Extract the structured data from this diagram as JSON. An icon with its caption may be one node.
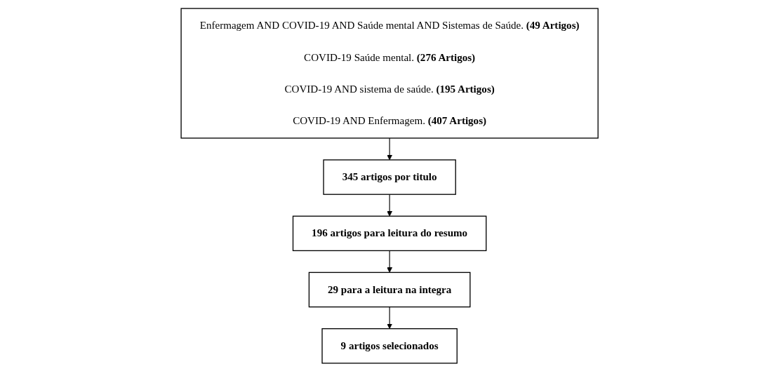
{
  "diagram": {
    "nodes": [
      {
        "text": [
          "Enfermagem AND COVID-19 AND Saúde mental AND Sistemas de Saúde. **(49 Artigos)**",
          "COVID-19 Saúde mental. **(276 Artigos)**",
          "COVID-19 AND sistema de saúde. **(195 Artigos)**",
          "COVID-19 AND Enfermagem. **(407 Artigos)**"
        ]
      },
      {
        "text": [
          "345 artigos por titulo"
        ]
      },
      {
        "text": [
          "196 artigos para leitura do resumo"
        ]
      },
      {
        "text": [
          "29 para a leitura na integra"
        ]
      },
      {
        "text": [
          "9 artigos selecionados"
        ]
      }
    ],
    "edges": [
      {
        "from": 0,
        "to": 1,
        "arrow": "to"
      },
      {
        "from": 1,
        "to": 2,
        "arrow": "to"
      },
      {
        "from": 2,
        "to": 3,
        "arrow": "to"
      },
      {
        "from": 3,
        "to": 4,
        "arrow": "to"
      }
    ]
  }
}
